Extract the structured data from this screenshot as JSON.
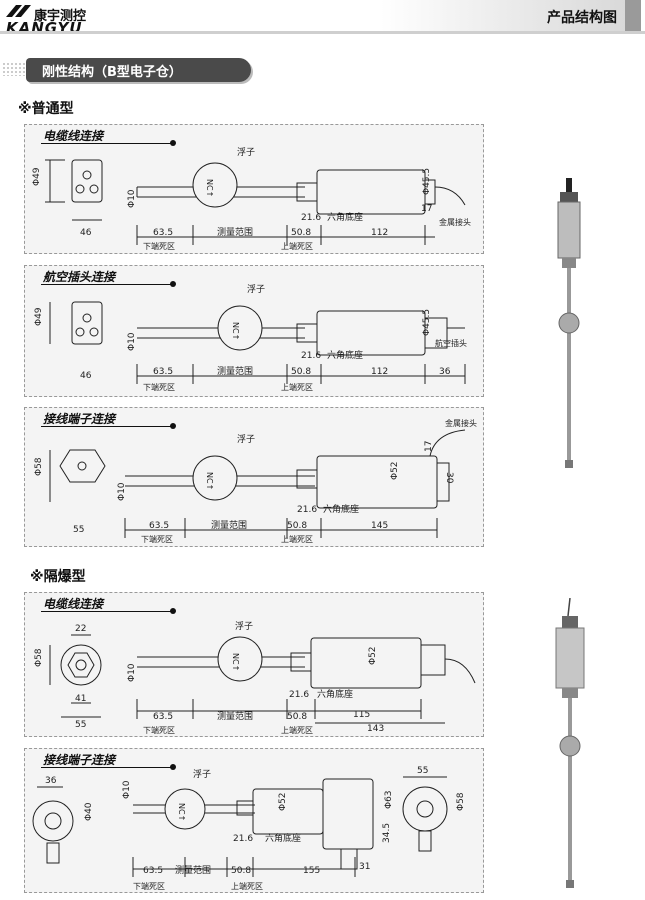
{
  "header": {
    "brand_cn": "康宇测控",
    "brand_en": "KANGYU",
    "page_title": "产品结构图"
  },
  "section": {
    "title": "刚性结构（B型电子仓）"
  },
  "types": [
    {
      "title": "※普通型"
    },
    {
      "title": "※隔爆型"
    }
  ],
  "panels": [
    {
      "title": "电缆线连接",
      "labels": {
        "left_dia": "Φ49",
        "left_width": "46",
        "rod_dia": "Φ10",
        "float": "浮子",
        "d1": "63.5",
        "range": "测量范围",
        "d2": "50.8",
        "head_len": "112",
        "housing_dia": "Φ45.5",
        "hex": "21.6",
        "hex_base": "六角底座",
        "cable_gap": "17",
        "cable_joint": "金属接头",
        "lower_dead": "下端死区",
        "upper_dead": "上端死区"
      }
    },
    {
      "title": "航空插头连接",
      "labels": {
        "left_dia": "Φ49",
        "left_width": "46",
        "rod_dia": "Φ10",
        "float": "浮子",
        "d1": "63.5",
        "range": "测量范围",
        "d2": "50.8",
        "head_len": "112",
        "housing_dia": "Φ45.5",
        "hex": "21.6",
        "hex_base": "六角底座",
        "plug_len": "36",
        "plug": "航空插头",
        "lower_dead": "下端死区",
        "upper_dead": "上端死区"
      }
    },
    {
      "title": "接线端子连接",
      "labels": {
        "left_dia": "Φ58",
        "left_width": "55",
        "rod_dia": "Φ10",
        "float": "浮子",
        "d1": "63.5",
        "range": "测量范围",
        "d2": "50.8",
        "head_len": "145",
        "housing_dia": "Φ52",
        "hex": "21.6",
        "hex_base": "六角底座",
        "cable_gap": "17",
        "side_dim": "30",
        "cable_joint": "金属接头",
        "lower_dead": "下端死区",
        "upper_dead": "上端死区"
      }
    },
    {
      "title": "电缆线连接",
      "labels": {
        "top_dim": "22",
        "left_dia": "Φ58",
        "inner_w": "41",
        "left_width": "55",
        "rod_dia": "Φ10",
        "float": "浮子",
        "d1": "63.5",
        "range": "测量范围",
        "d2": "50.8",
        "len_a": "115",
        "len_b": "143",
        "housing_dia": "Φ52",
        "hex": "21.6",
        "hex_base": "六角底座",
        "lower_dead": "下端死区",
        "upper_dead": "上端死区"
      }
    },
    {
      "title": "接线端子连接",
      "labels": {
        "top_dim": "36",
        "side_dia": "Φ40",
        "rod_dia": "Φ10",
        "float": "浮子",
        "d1": "63.5",
        "range": "测量范围",
        "d2": "50.8",
        "len": "155",
        "housing_dia": "Φ52",
        "housing_dia2": "Φ63",
        "hex": "21.6",
        "hex_base": "六角底座",
        "dim_31": "31",
        "dim_345": "34.5",
        "right_w": "55",
        "right_dia": "Φ58",
        "lower_dead": "下端死区",
        "upper_dead": "上端死区"
      }
    }
  ],
  "colors": {
    "banner": "#4a4a4a",
    "panel_bg": "#f4f4f4",
    "line": "#222222"
  }
}
